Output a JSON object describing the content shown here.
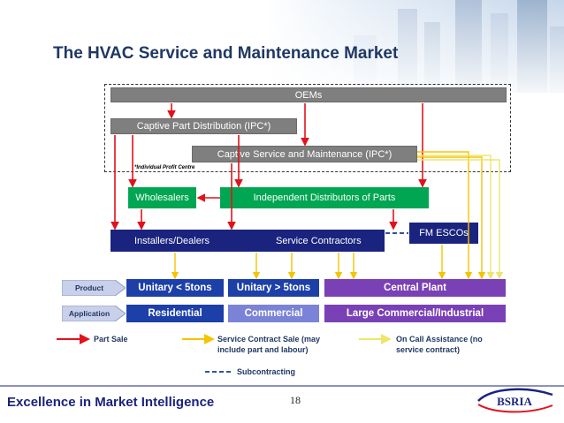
{
  "title": "The HVAC Service and Maintenance Market",
  "boxes": {
    "oems": "OEMs",
    "captive_parts": "Captive Part Distribution (IPC*)",
    "captive_service": "Captive Service and Maintenance (IPC*)",
    "ipc_note": "*Individual Profit Centre",
    "wholesalers": "Wholesalers",
    "independent": "Independent Distributors of Parts",
    "installers": "Installers/Dealers",
    "service_contractors": "Service Contractors",
    "fm_escos": "FM ESCOs"
  },
  "rows": {
    "product_label": "Product",
    "application_label": "Application",
    "product": [
      "Unitary < 5tons",
      "Unitary > 5tons",
      "Central Plant"
    ],
    "application": [
      "Residential",
      "Commercial",
      "Large Commercial/Industrial"
    ]
  },
  "legend": {
    "part_sale": "Part Sale",
    "service_contract": "Service Contract Sale (may include part and labour)",
    "on_call": "On Call Assistance (no service contract)",
    "subcontracting": "Subcontracting"
  },
  "footer": "Excellence in Market Intelligence",
  "page_number": "18",
  "logo_text": "BSRIA",
  "colors": {
    "title": "#1f3864",
    "part_sale_arrow": "#e0121b",
    "service_contract_arrow": "#f5c400",
    "on_call_arrow": "#f2ee7a",
    "subcontracting_line": "#2f5597",
    "product_row": "#1c3fa8",
    "application_row": "#b6bedf"
  },
  "icons": {
    "background": "city-skyline-image",
    "logo": "bsria-logo"
  }
}
